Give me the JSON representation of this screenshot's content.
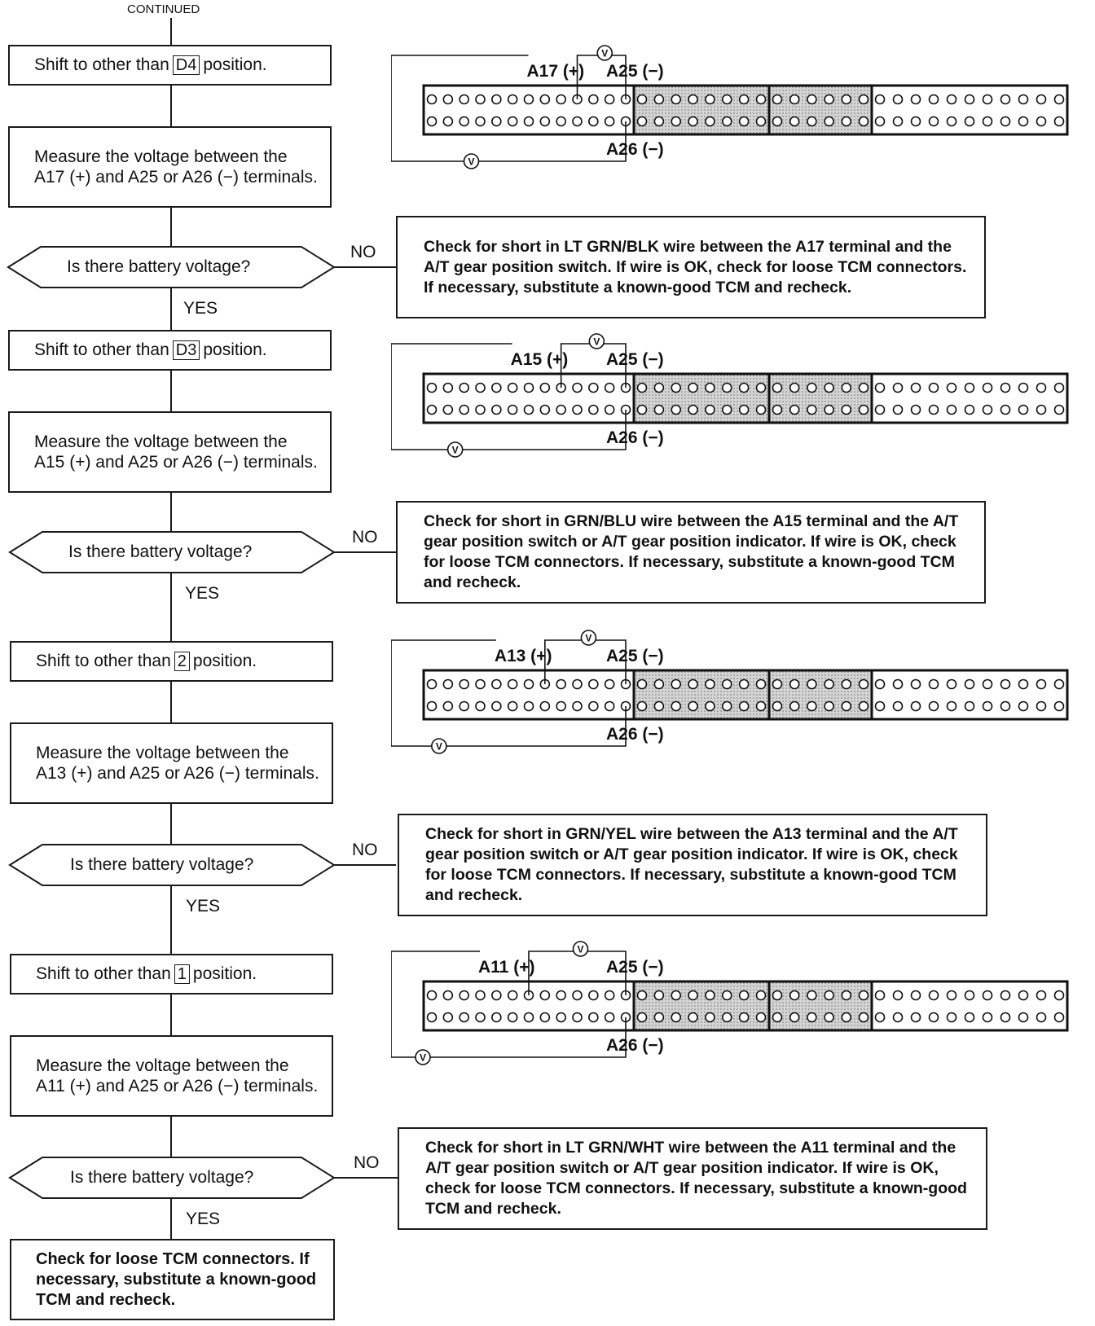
{
  "header": {
    "continued": "CONTINUED"
  },
  "labels": {
    "yes": "YES",
    "no": "NO"
  },
  "sections": [
    {
      "shift": {
        "prefix": "Shift to other than",
        "position": "D4",
        "suffix": "position."
      },
      "measure": "Measure the voltage between the A17 (+) and A25 or A26 (−) terminals.",
      "question": "Is there battery voltage?",
      "no_note": "Check for short in LT GRN/BLK wire between the A17 terminal and the A/T gear position switch. If wire is OK, check for loose TCM connectors. If necessary, substitute a known-good TCM and recheck.",
      "connector": {
        "plus": "A17 (+)",
        "minus1": "A25 (−)",
        "minus2": "A26 (−)",
        "meter": "V"
      }
    },
    {
      "shift": {
        "prefix": "Shift to other than",
        "position": "D3",
        "suffix": "position."
      },
      "measure": "Measure the voltage between the A15 (+) and A25 or A26 (−) terminals.",
      "question": "Is there battery voltage?",
      "no_note": "Check for short in GRN/BLU wire between the A15 terminal and the A/T gear position switch or A/T gear position indicator. If wire is OK, check for loose TCM connectors. If necessary, substitute a known-good TCM and recheck.",
      "connector": {
        "plus": "A15 (+)",
        "minus1": "A25 (−)",
        "minus2": "A26 (−)",
        "meter": "V"
      }
    },
    {
      "shift": {
        "prefix": "Shift to other than",
        "position": "2",
        "suffix": "position."
      },
      "measure": "Measure the voltage between the A13 (+) and A25 or A26 (−) terminals.",
      "question": "Is there battery voltage?",
      "no_note": "Check for short in GRN/YEL wire between the A13 terminal and the A/T gear position switch or A/T gear position indicator. If wire is OK, check for loose TCM connectors. If necessary, substitute a known-good TCM and recheck.",
      "connector": {
        "plus": "A13 (+)",
        "minus1": "A25 (−)",
        "minus2": "A26 (−)",
        "meter": "V"
      }
    },
    {
      "shift": {
        "prefix": "Shift to other than",
        "position": "1",
        "suffix": "position."
      },
      "measure": "Measure the voltage between the A11 (+) and A25 or A26 (−) terminals.",
      "question": "Is there battery voltage?",
      "no_note": "Check for short in LT GRN/WHT wire between the A11 terminal and the A/T gear position switch or A/T gear position indicator. If wire is OK, check for loose TCM connectors. If necessary, substitute a known-good TCM and recheck.",
      "connector": {
        "plus": "A11 (+)",
        "minus1": "A25 (−)",
        "minus2": "A26 (−)",
        "meter": "V"
      }
    }
  ],
  "final": "Check for loose TCM connectors. If necessary, substitute a known-good TCM and recheck."
}
